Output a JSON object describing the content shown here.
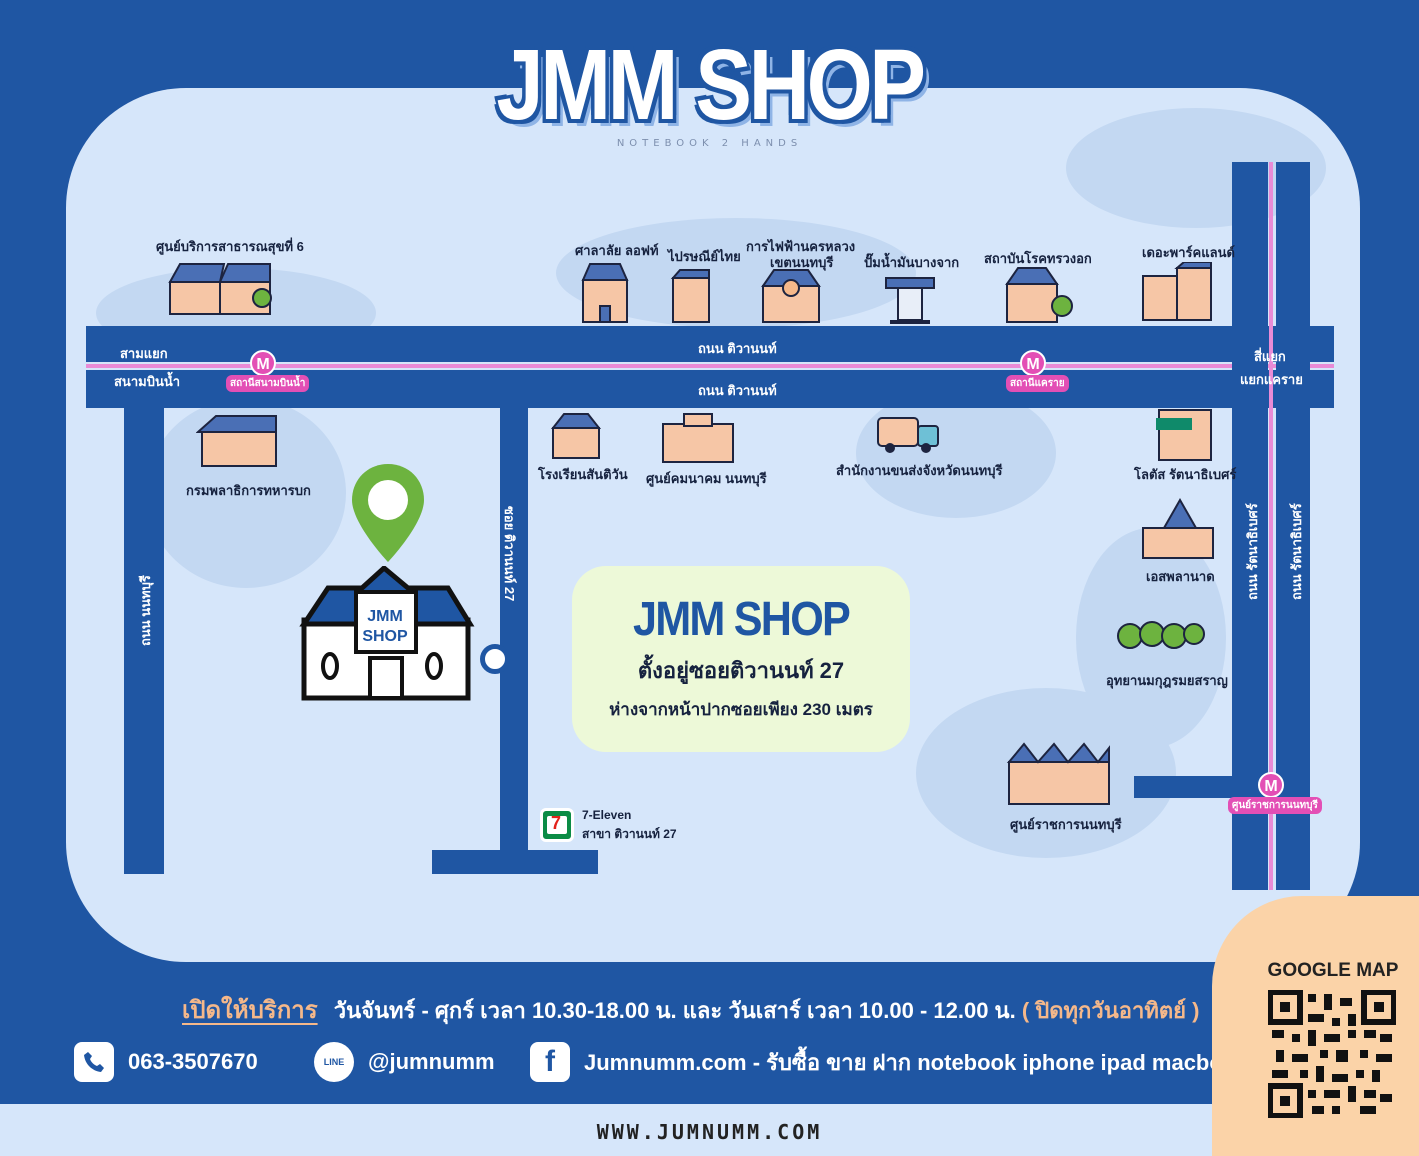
{
  "brand": {
    "title": "JMM SHOP",
    "subtitle": "NOTEBOOK 2 HANDS"
  },
  "landmarks": {
    "public_center": "ศูนย์บริการสาธารณสุขที่ 6",
    "sala_loft": "ศาลาลัย ลอฟท์",
    "thai_post": "ไปรษณีย์ไทย",
    "mea_line1": "การไฟฟ้านครหลวง",
    "mea_line2": "เขตนนทบุรี",
    "gas_station": "ปั๊มน้ำมันบางจาก",
    "hospital": "สถาบันโรคทรวงอก",
    "the_park": "เดอะพาร์คแลนด์",
    "army_dept": "กรมพลาธิการทหารบก",
    "school": "โรงเรียนสันติวัน",
    "cat": "ศูนย์คมนาคม นนทบุรี",
    "transport": "สำนักงานขนส่งจังหวัดนนทบุรี",
    "lotus": "โลตัส รัตนาธิเบศร์",
    "esplanade": "เอสพลานาด",
    "park": "อุทยานมกุฎรมยสราญ",
    "gov_center": "ศูนย์ราชการนนทบุรี",
    "seven_line1": "7-Eleven",
    "seven_line2": "สาขา ติวานนท์ 27"
  },
  "roads": {
    "tiwanon_north": "ถนน ติวานนท์",
    "tiwanon_south": "ถนน ติวานนท์",
    "sanambinnam_l1": "สามแยก",
    "sanambinnam_l2": "สนามบินน้ำ",
    "khae_rai_l1": "สี่แยก",
    "khae_rai_l2": "แยกแคราย",
    "rattanathibet_1": "ถนน รัตนาธิเบศร์",
    "rattanathibet_2": "ถนน รัตนาธิเบศร์",
    "soi": "ซอย ติวานนท์ 27",
    "nonthaburi": "ถนน นนทบุรี"
  },
  "metro": {
    "symbol": "M",
    "station_1": "สถานีสนามบินน้ำ",
    "station_2": "สถานีแคราย",
    "station_3": "ศูนย์ราชการนนทบุรี"
  },
  "shop_sign": {
    "line1": "JMM",
    "line2": "SHOP"
  },
  "info": {
    "title": "JMM SHOP",
    "line1": "ตั้งอยู่ซอยติวานนท์ 27",
    "line2": "ห่างจากหน้าปากซอยเพียง 230 เมตร"
  },
  "hours": {
    "label": "เปิดให้บริการ",
    "text": "วันจันทร์ - ศุกร์ เวลา 10.30-18.00 น. และ วันเสาร์ เวลา 10.00 - 12.00 น.",
    "closed": "( ปิดทุกวันอาทิตย์ )"
  },
  "contacts": {
    "phone": "063-3507670",
    "line": "@jumnumm",
    "line_icon": "LINE",
    "facebook": "Jumnumm.com - รับซื้อ ขาย ฝาก notebook iphone ipad macbook",
    "facebook_icon": "f"
  },
  "google_map": {
    "title": "GOOGLE MAP"
  },
  "footer": {
    "url": "WWW.JUMNUMM.COM"
  },
  "colors": {
    "navy": "#1f56a3",
    "map_bg": "#d6e6fa",
    "metro": "#e34fb5",
    "accent": "#f5b88a",
    "pin": "#6db33f"
  },
  "icons": [
    "phone-icon",
    "line-icon",
    "facebook-icon",
    "metro-icon",
    "location-pin-icon",
    "qr-code-icon"
  ]
}
